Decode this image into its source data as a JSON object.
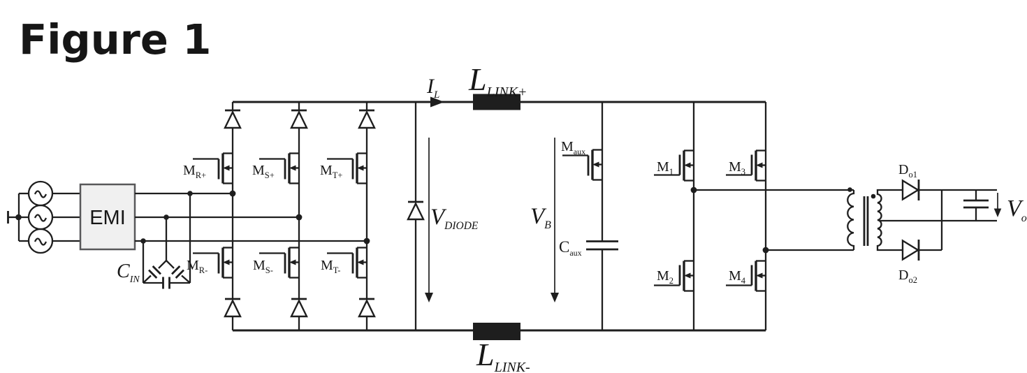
{
  "title": "Figure 1",
  "diagram": {
    "emi_block": "EMI",
    "colors": {
      "ink": "#1e1e1e",
      "emi_fill": "#f0f0f0",
      "emi_stroke": "#58585a",
      "background": "#ffffff"
    },
    "labels": {
      "c_in": {
        "base": "C",
        "sub": "IN"
      },
      "i_l": {
        "base": "I",
        "sub": "L"
      },
      "l_link_plus": {
        "base": "L",
        "sub": "LINK+"
      },
      "l_link_minus": {
        "base": "L",
        "sub": "LINK-"
      },
      "v_diode": {
        "base": "V",
        "sub": "DIODE"
      },
      "v_b": {
        "base": "V",
        "sub": "B"
      },
      "v_out": {
        "base": "V",
        "sub": "o"
      },
      "m_r_plus": {
        "base": "M",
        "sub": "R+"
      },
      "m_s_plus": {
        "base": "M",
        "sub": "S+"
      },
      "m_t_plus": {
        "base": "M",
        "sub": "T+"
      },
      "m_r_minus": {
        "base": "M",
        "sub": "R-"
      },
      "m_s_minus": {
        "base": "M",
        "sub": "S-"
      },
      "m_t_minus": {
        "base": "M",
        "sub": "T-"
      },
      "m_aux": {
        "base": "M",
        "sub": "aux"
      },
      "c_aux": {
        "base": "C",
        "sub": "aux"
      },
      "m_1": {
        "base": "M",
        "sub": "1"
      },
      "m_2": {
        "base": "M",
        "sub": "2"
      },
      "m_3": {
        "base": "M",
        "sub": "3"
      },
      "m_4": {
        "base": "M",
        "sub": "4"
      },
      "d_o1": {
        "base": "D",
        "sub": "o1"
      },
      "d_o2": {
        "base": "D",
        "sub": "o2"
      }
    }
  }
}
